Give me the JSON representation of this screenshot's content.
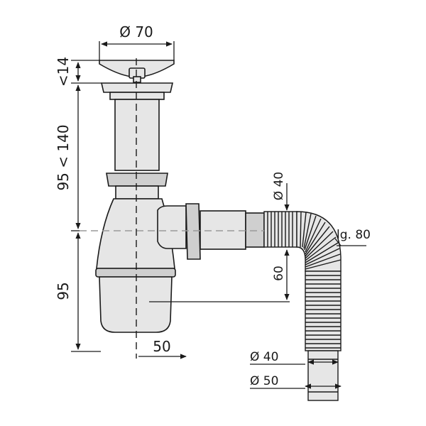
{
  "diagram": {
    "dimensions": {
      "top_diameter": "Ø 70",
      "height_top": "<14",
      "height_mid": "95 < 140",
      "height_bottom": "95",
      "offset_bottom": "50",
      "side_diameter": "Ø 40",
      "hose_length": "lg. 80",
      "drop": "60",
      "outlet_inner_diameter": "Ø 40",
      "outlet_outer_diameter": "Ø 50"
    },
    "colors": {
      "line": "#1a1a1a",
      "fill": "#e6e6e6",
      "fill_dark": "#cfcfcf",
      "axis": "#9a9a9a"
    }
  }
}
